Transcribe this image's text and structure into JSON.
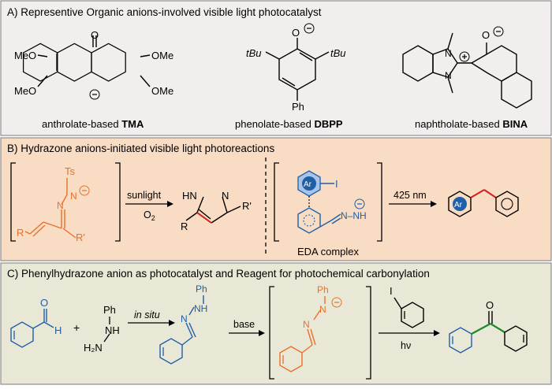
{
  "panels": {
    "a": {
      "title": "A) Representive Organic anions-involved visible light photocatalyst",
      "tma": {
        "ome_top_left": "MeO",
        "ome_bottom_left": "MeO",
        "ome_top_right": "OMe",
        "ome_bottom_right": "OMe",
        "label_prefix": "anthrolate-based ",
        "label_bold": "TMA"
      },
      "dbpp": {
        "tbu_left": "tBu",
        "tbu_right": "tBu",
        "ph": "Ph",
        "label_prefix": "phenolate-based ",
        "label_bold": "DBPP"
      },
      "bina": {
        "label_prefix": "naphtholate-based ",
        "label_bold": "BINA"
      }
    },
    "b": {
      "title": "B) Hydrazone anions-initiated visible light photoreactions",
      "ts": "Ts",
      "r1": "R",
      "rprime1": "R'",
      "arrow1_top": "sunlight",
      "arrow1_bottom_main": "O",
      "arrow1_bottom_sub": "2",
      "hn": "HN",
      "pyrazole_n": "N",
      "rprime2": "R'",
      "r2": "R",
      "ar": "Ar",
      "iodo": "I",
      "nh": "N–NH",
      "eda": "EDA complex",
      "arrow2_top": "425 nm",
      "ar2": "Ar"
    },
    "c": {
      "title": "C) Phenylhydrazone anion as photocatalyst and Reagent for photochemical carbonylation",
      "aldehyde_o": "O",
      "aldehyde_h": "H",
      "plus": "+",
      "ph1": "Ph",
      "nh1": "NH",
      "h2n": "H₂N",
      "in_situ": "in situ",
      "ph2": "Ph",
      "nh2": "NH",
      "n2": "N",
      "base": "base",
      "ph3": "Ph",
      "n3": "N",
      "n4": "N",
      "iodo": "I",
      "hv": "hν",
      "ketone_o": "O"
    }
  },
  "colors": {
    "panel_a_bg": "#f2eeee",
    "panel_b_bg": "#f9dcc4",
    "panel_c_bg": "#e9e8d6",
    "orange": "#e8702a",
    "blue": "#1f5fa8",
    "red": "#d42020",
    "green": "#1e8a2e"
  }
}
